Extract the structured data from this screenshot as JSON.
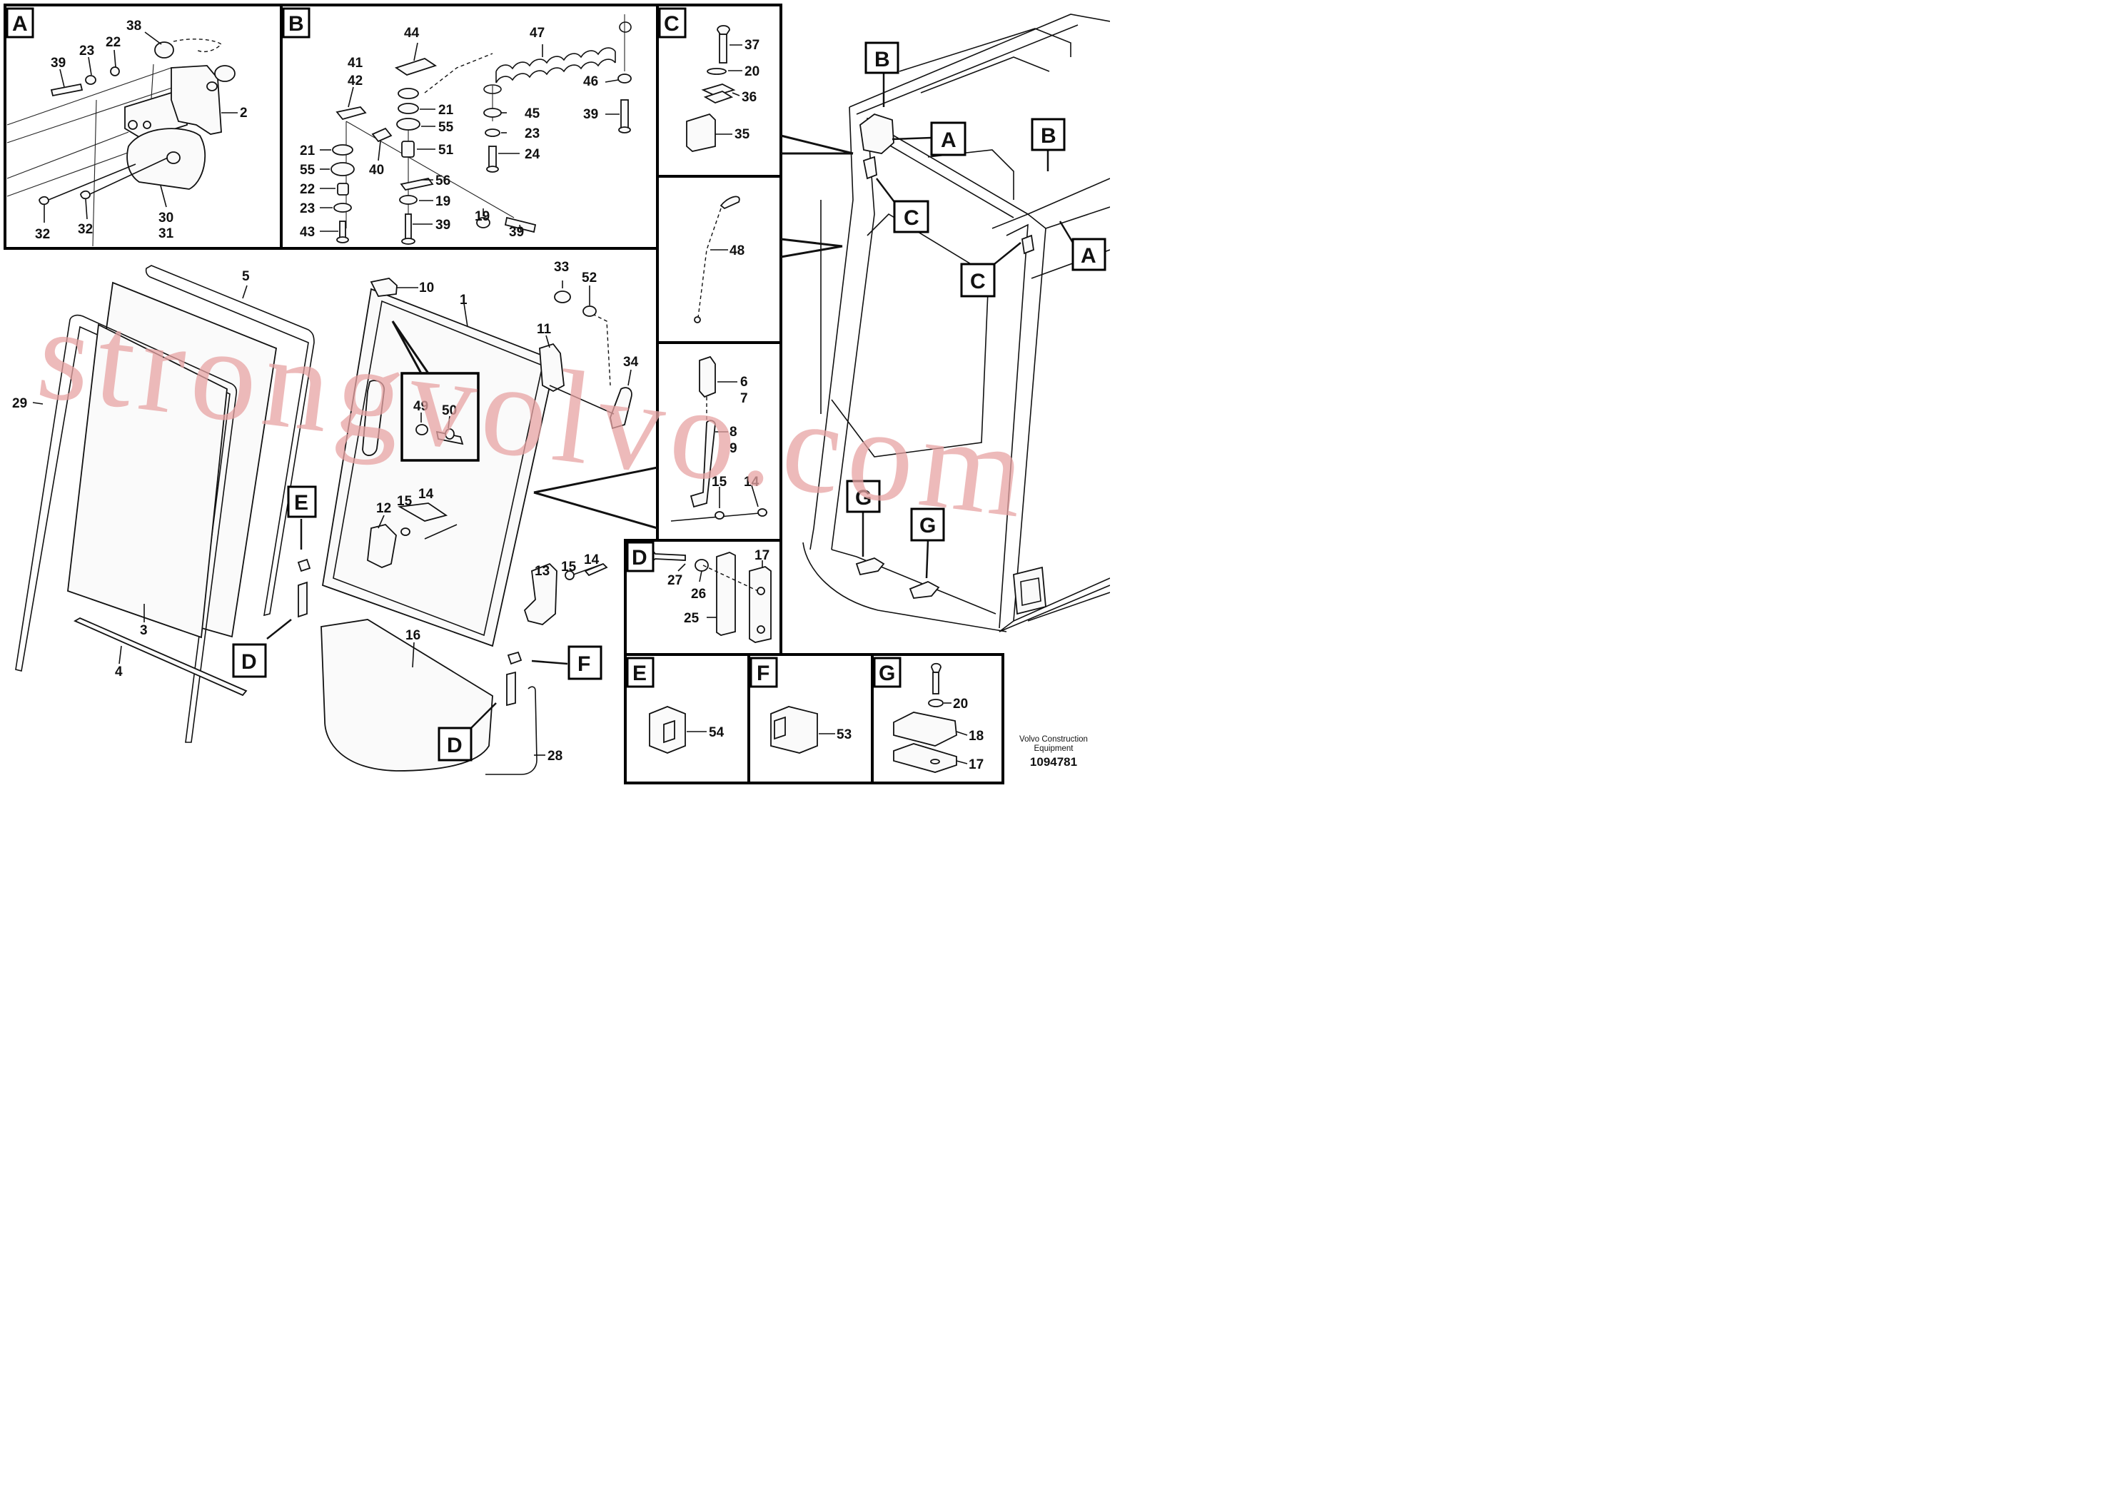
{
  "watermark": "strongvolvo.com",
  "footer": {
    "maker_line1": "Volvo Construction",
    "maker_line2": "Equipment",
    "drawing_number": "1094781"
  },
  "panel_letters": {
    "A": "A",
    "B": "B",
    "C": "C",
    "D": "D",
    "E": "E",
    "F": "F",
    "G": "G"
  },
  "callouts": {
    "p1": "1",
    "p2": "2",
    "p3": "3",
    "p4": "4",
    "p5": "5",
    "p6": "6",
    "p7": "7",
    "p8": "8",
    "p9": "9",
    "p10": "10",
    "p11": "11",
    "p12": "12",
    "p13": "13",
    "p14": "14",
    "p15": "15",
    "p16": "16",
    "p17": "17",
    "p18": "18",
    "p19": "19",
    "p20": "20",
    "p21": "21",
    "p22": "22",
    "p23": "23",
    "p24": "24",
    "p25": "25",
    "p26": "26",
    "p27": "27",
    "p28": "28",
    "p29": "29",
    "p30": "30",
    "p31": "31",
    "p32": "32",
    "p33": "33",
    "p34": "34",
    "p35": "35",
    "p36": "36",
    "p37": "37",
    "p38": "38",
    "p39": "39",
    "p40": "40",
    "p41": "41",
    "p42": "42",
    "p43": "43",
    "p44": "44",
    "p45": "45",
    "p46": "46",
    "p47": "47",
    "p48": "48",
    "p49": "49",
    "p50": "50",
    "p51": "51",
    "p52": "52",
    "p53": "53",
    "p54": "54",
    "p55": "55",
    "p56": "56"
  }
}
